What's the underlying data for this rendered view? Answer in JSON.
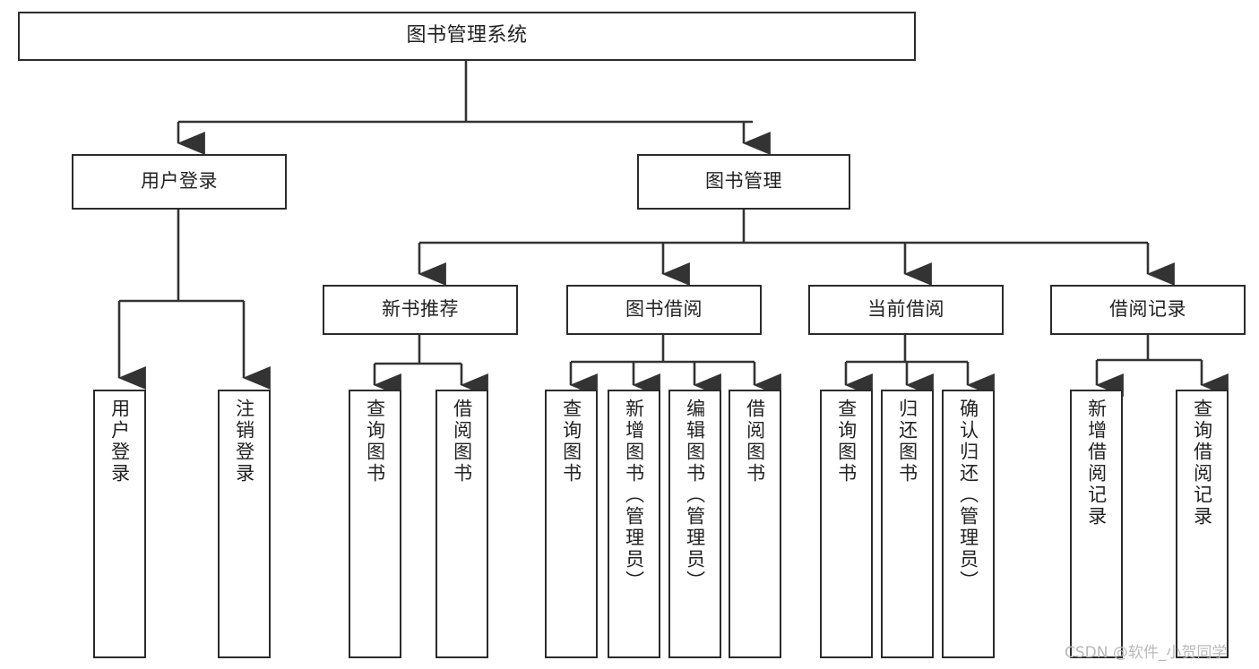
{
  "diagram": {
    "title": "图书管理系统",
    "type": "tree-hierarchy-chart",
    "orientation": "top-down",
    "colors": {
      "box_border": "#2b2b2b",
      "box_fill": "#ffffff",
      "edge": "#333333",
      "text": "#222222",
      "watermark": "#b9b9b9",
      "background": "#ffffff"
    }
  },
  "watermark": {
    "text": "CSDN @软件_小贺同学"
  },
  "nodes": {
    "root": {
      "label": "图书管理系统"
    },
    "level1": [
      {
        "id": "user-login",
        "label": "用户登录"
      },
      {
        "id": "book-management",
        "label": "图书管理"
      }
    ],
    "level2": [
      {
        "id": "new-book-recommend",
        "label": "新书推荐"
      },
      {
        "id": "book-borrow",
        "label": "图书借阅"
      },
      {
        "id": "current-borrow",
        "label": "当前借阅"
      },
      {
        "id": "borrow-record",
        "label": "借阅记录"
      }
    ],
    "leaves": {
      "user_login": [
        {
          "id": "leaf-user-login",
          "label": "用户登录"
        },
        {
          "id": "leaf-logout-login",
          "label": "注销登录"
        }
      ],
      "new_book_recommend": [
        {
          "id": "leaf-query-book-1",
          "label": "查询图书"
        },
        {
          "id": "leaf-borrow-book-1",
          "label": "借阅图书"
        }
      ],
      "book_borrow": [
        {
          "id": "leaf-query-book-2",
          "label": "查询图书"
        },
        {
          "id": "leaf-add-book",
          "label": "新增图书（管理员）"
        },
        {
          "id": "leaf-edit-book",
          "label": "编辑图书（管理员）"
        },
        {
          "id": "leaf-borrow-book-2",
          "label": "借阅图书"
        }
      ],
      "current_borrow": [
        {
          "id": "leaf-query-book-3",
          "label": "查询图书"
        },
        {
          "id": "leaf-return-book",
          "label": "归还图书"
        },
        {
          "id": "leaf-confirm-return",
          "label": "确认归还（管理员）"
        }
      ],
      "borrow_record": [
        {
          "id": "leaf-add-record",
          "label": "新增借阅记录"
        },
        {
          "id": "leaf-query-record",
          "label": "查询借阅记录"
        }
      ]
    }
  }
}
